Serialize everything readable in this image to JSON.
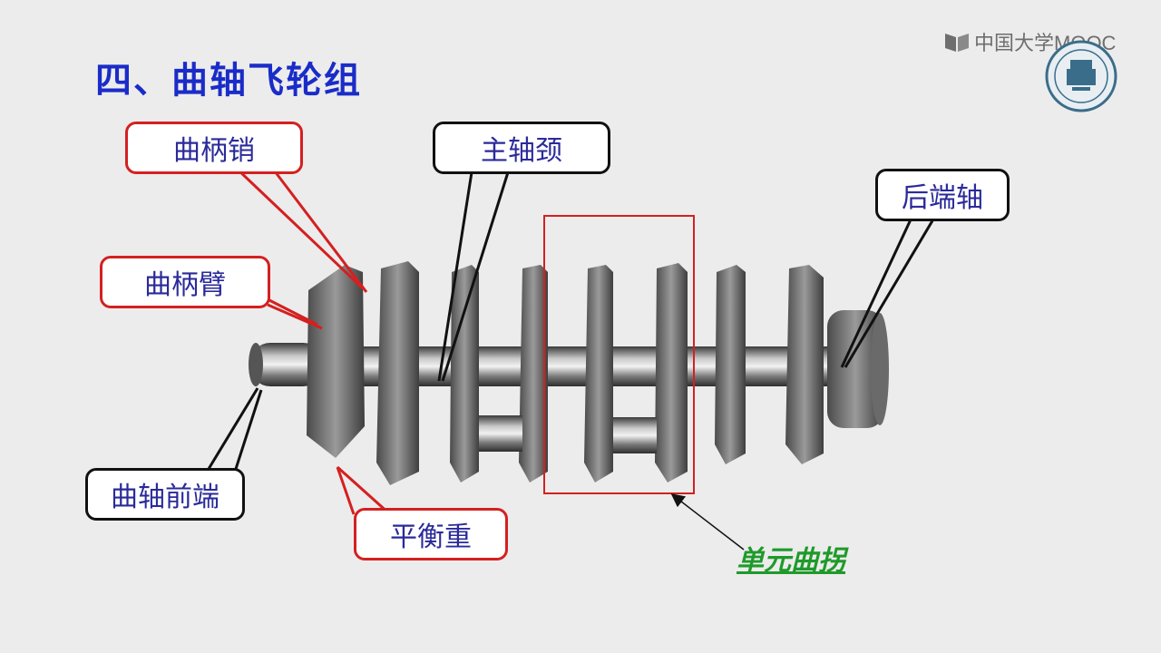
{
  "slide": {
    "title": "四、曲轴飞轮组",
    "brand": "中国大学MOOC"
  },
  "labels": {
    "crank_pin": "曲柄销",
    "main_journal": "主轴颈",
    "rear_shaft": "后端轴",
    "crank_arm": "曲柄臂",
    "front_end": "曲轴前端",
    "counterweight": "平衡重",
    "unit_throw": "单元曲拐"
  },
  "colors": {
    "title": "#1a2cc8",
    "red_callout": "#d42020",
    "black_callout": "#111111",
    "label_text": "#2a2a9a",
    "link_green": "#1f9a2a"
  }
}
